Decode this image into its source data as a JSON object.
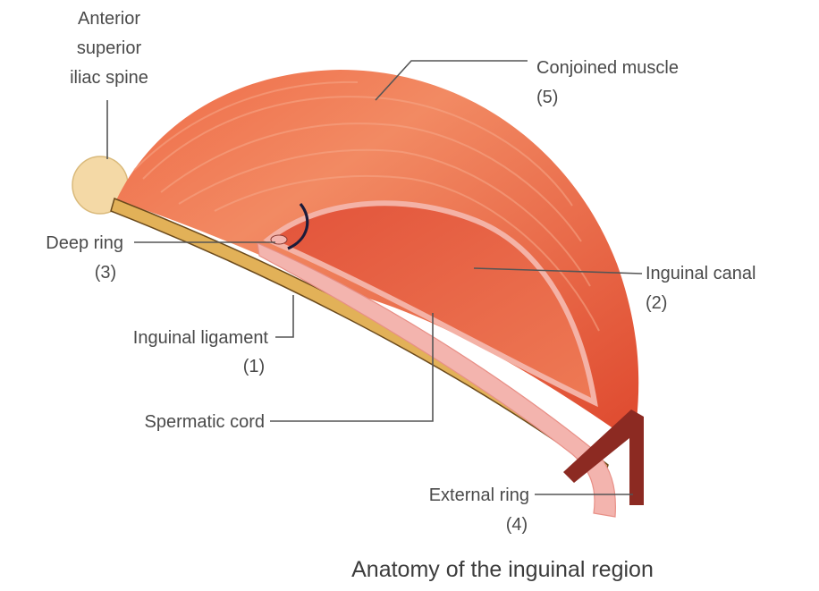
{
  "labels": {
    "asis": [
      "Anterior",
      "superior",
      "iliac spine"
    ],
    "conjoined": {
      "name": "Conjoined muscle",
      "num": "(5)"
    },
    "deep_ring": {
      "name": "Deep ring",
      "num": "(3)"
    },
    "inguinal_canal": {
      "name": "Inguinal canal",
      "num": "(2)"
    },
    "inguinal_ligament": {
      "name": "Inguinal ligament",
      "num": "(1)"
    },
    "spermatic_cord": {
      "name": "Spermatic cord"
    },
    "external_ring": {
      "name": "External ring",
      "num": "(4)"
    }
  },
  "caption": "Anatomy of the inguinal region",
  "colors": {
    "muscle": "#e8553a",
    "muscle_highlight": "#f49a74",
    "cord": "#f3b4ae",
    "ligament": "#e2b158",
    "bone": "#f4d9a6",
    "ring": "#8c2a22",
    "deep_ring_outline": "#1b1b3a"
  }
}
